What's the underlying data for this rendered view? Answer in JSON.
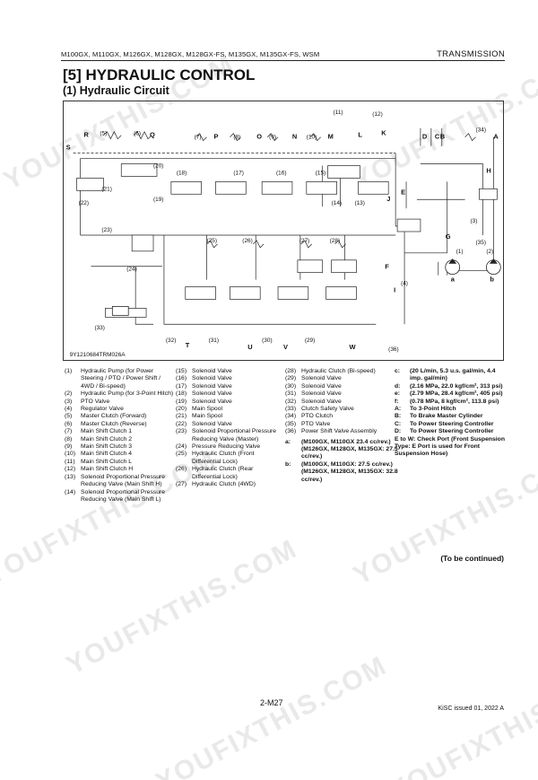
{
  "header": {
    "models": "M100GX, M110GX, M126GX, M128GX, M128GX-FS, M135GX, M135GX-FS, WSM",
    "section": "TRANSMISSION"
  },
  "title": "[5] HYDRAULIC CONTROL",
  "subtitle": "(1) Hydraulic Circuit",
  "diagram": {
    "code": "9Y1210684TRM026A",
    "port_letters": [
      "R",
      "Q",
      "P",
      "O",
      "N",
      "M",
      "L",
      "K",
      "D",
      "C",
      "B",
      "A",
      "S",
      "H",
      "J",
      "E",
      "F",
      "G",
      "I",
      "T",
      "U",
      "V",
      "W",
      "a",
      "b"
    ],
    "callouts": [
      "(1)",
      "(2)",
      "(3)",
      "(4)",
      "(5)",
      "(6)",
      "(7)",
      "(8)",
      "(9)",
      "(10)",
      "(11)",
      "(12)",
      "(13)",
      "(14)",
      "(15)",
      "(16)",
      "(17)",
      "(18)",
      "(19)",
      "(20)",
      "(21)",
      "(22)",
      "(23)",
      "(24)",
      "(25)",
      "(26)",
      "(27)",
      "(28)",
      "(29)",
      "(30)",
      "(31)",
      "(32)",
      "(33)",
      "(34)",
      "(35)",
      "(36)"
    ]
  },
  "legend": {
    "col1": [
      {
        "n": "(1)",
        "t": "Hydraulic Pump (for Power Steering / PTO / Power Shift / 4WD / Bi-speed)"
      },
      {
        "n": "(2)",
        "t": "Hydraulic Pump (for 3-Point Hitch)"
      },
      {
        "n": "(3)",
        "t": "PTO Valve"
      },
      {
        "n": "(4)",
        "t": "Regulator Valve"
      },
      {
        "n": "(5)",
        "t": "Master Clutch (Forward)"
      },
      {
        "n": "(6)",
        "t": "Master Clutch (Reverse)"
      },
      {
        "n": "(7)",
        "t": "Main Shift Clutch 1"
      },
      {
        "n": "(8)",
        "t": "Main Shift Clutch 2"
      },
      {
        "n": "(9)",
        "t": "Main Shift Clutch 3"
      },
      {
        "n": "(10)",
        "t": "Main Shift Clutch 4"
      },
      {
        "n": "(11)",
        "t": "Main Shift Clutch L"
      },
      {
        "n": "(12)",
        "t": "Main Shift Clutch H"
      },
      {
        "n": "(13)",
        "t": "Solenoid Proportional Pressure Reducing Valve (Main Shift H)"
      },
      {
        "n": "(14)",
        "t": "Solenoid Proportional Pressure Reducing Valve (Main Shift L)"
      }
    ],
    "col2": [
      {
        "n": "(15)",
        "t": "Solenoid Valve"
      },
      {
        "n": "(16)",
        "t": "Solenoid Valve"
      },
      {
        "n": "(17)",
        "t": "Solenoid Valve"
      },
      {
        "n": "(18)",
        "t": "Solenoid Valve"
      },
      {
        "n": "(19)",
        "t": "Solenoid Valve"
      },
      {
        "n": "(20)",
        "t": "Main Spool"
      },
      {
        "n": "(21)",
        "t": "Main Spool"
      },
      {
        "n": "(22)",
        "t": "Solenoid Valve"
      },
      {
        "n": "(23)",
        "t": "Solenoid Proportional Pressure Reducing Valve (Master)"
      },
      {
        "n": "(24)",
        "t": "Pressure Reducing Valve"
      },
      {
        "n": "(25)",
        "t": "Hydraulic Clutch (Front Differential Lock)"
      },
      {
        "n": "(26)",
        "t": "Hydraulic Clutch (Rear Differential Lock)"
      },
      {
        "n": "(27)",
        "t": "Hydraulic Clutch (4WD)"
      }
    ],
    "col3": [
      {
        "n": "(28)",
        "t": "Hydraulic Clutch (Bi-speed)"
      },
      {
        "n": "(29)",
        "t": "Solenoid Valve"
      },
      {
        "n": "(30)",
        "t": "Solenoid Valve"
      },
      {
        "n": "(31)",
        "t": "Solenoid Valve"
      },
      {
        "n": "(32)",
        "t": "Solenoid Valve"
      },
      {
        "n": "(33)",
        "t": "Clutch Safety Valve"
      },
      {
        "n": "(34)",
        "t": "PTO Clutch"
      },
      {
        "n": "(35)",
        "t": "PTO Valve"
      },
      {
        "n": "(36)",
        "t": "Power Shift Valve Assembly"
      },
      {
        "n": "a:",
        "t": "(M100GX, M110GX 23.4 cc/rev.) (M126GX, M128GX, M135GX: 27.5 cc/rev.)"
      },
      {
        "n": "b:",
        "t": "(M100GX, M110GX: 27.5 cc/rev.) (M126GX, M128GX, M135GX: 32.8 cc/rev.)"
      }
    ],
    "col4": [
      {
        "n": "c:",
        "t": "(20 L/min, 5.3 u.s. gal/min, 4.4 imp. gal/min)"
      },
      {
        "n": "d:",
        "t": "(2.16 MPa, 22.0 kgf/cm², 313 psi)"
      },
      {
        "n": "e:",
        "t": "(2.79 MPa, 28.4 kgf/cm², 405 psi)"
      },
      {
        "n": "f:",
        "t": "(0.78 MPa, 8 kgf/cm², 113.8 psi)"
      },
      {
        "n": "A:",
        "t": "To 3-Point Hitch"
      },
      {
        "n": "B:",
        "t": "To Brake Master Cylinder"
      },
      {
        "n": "C:",
        "t": "To Power Steering Controller"
      },
      {
        "n": "D:",
        "t": "To Power Steering Controller"
      },
      {
        "n": "",
        "t": "E to W: Check Port (Front Suspension Type: E Port is used for Front Suspension Hose)"
      }
    ]
  },
  "footer": {
    "continued": "(To be continued)",
    "page": "2-M27",
    "issued": "KiSC issued 01, 2022 A"
  },
  "watermark": "YOUFIXTHIS.COM"
}
